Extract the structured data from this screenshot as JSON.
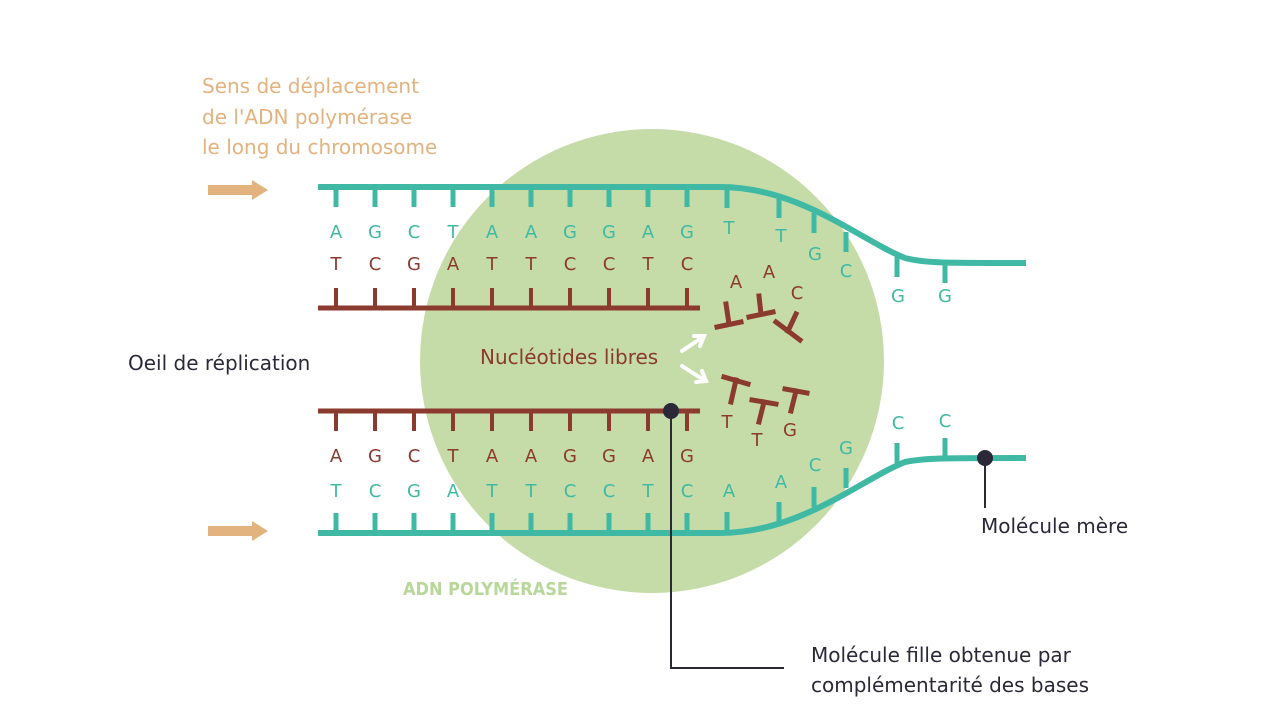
{
  "direction_label": [
    "Sens de déplacement",
    "de l'ADN polymérase",
    "le long du chromosome"
  ],
  "labels": {
    "eye": "Oeil de réplication",
    "free_nucleotides": "Nucléotides libres",
    "polymerase": "ADN POLYMÉRASE",
    "parent": "Molécule mère",
    "daughter": [
      "Molécule fille obtenue par",
      "complémentarité des bases"
    ]
  },
  "top": {
    "outer_seq": [
      "A",
      "G",
      "C",
      "T",
      "A",
      "A",
      "G",
      "G",
      "A",
      "G",
      "T",
      "T",
      "G",
      "C",
      "G",
      "G"
    ],
    "inner_seq": [
      "T",
      "C",
      "G",
      "A",
      "T",
      "T",
      "C",
      "C",
      "T",
      "C"
    ]
  },
  "bottom": {
    "inner_seq": [
      "A",
      "G",
      "C",
      "T",
      "A",
      "A",
      "G",
      "G",
      "A",
      "G"
    ],
    "outer_seq": [
      "T",
      "C",
      "G",
      "A",
      "T",
      "T",
      "C",
      "C",
      "T",
      "C",
      "A",
      "A",
      "C",
      "G",
      "C",
      "C"
    ]
  },
  "free_nucleotides": {
    "upper": [
      "A",
      "A",
      "C"
    ],
    "lower": [
      "T",
      "T",
      "G"
    ]
  },
  "colors": {
    "teal": "#3fb9a4",
    "rust": "#8b3a2e",
    "circle": "#c5dca8",
    "arrow": "#e2b27f",
    "pointer": "#2b2838"
  }
}
